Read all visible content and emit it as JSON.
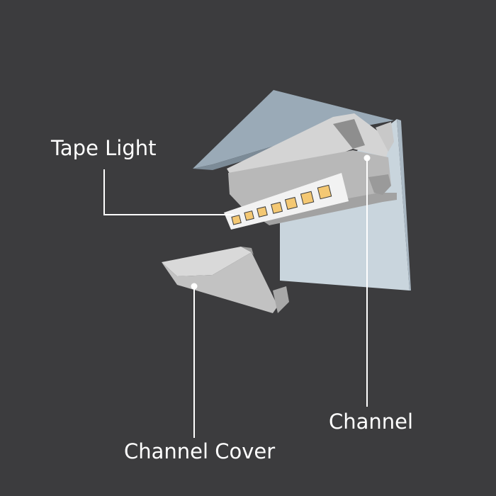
{
  "labels": {
    "tape_light": "Tape Light",
    "channel": "Channel",
    "channel_cover": "Channel Cover"
  },
  "colors": {
    "background": "#3c3c3e",
    "wall_panel": "#c9d5dd",
    "ceiling_panel": "#9aaab7",
    "channel_metal": "#c4c4c4",
    "channel_shadow": "#8e8e8e",
    "led_chip": "#f4c873",
    "leader_line": "#ffffff"
  },
  "icons": {
    "diagram": "led-channel-exploded-view"
  }
}
